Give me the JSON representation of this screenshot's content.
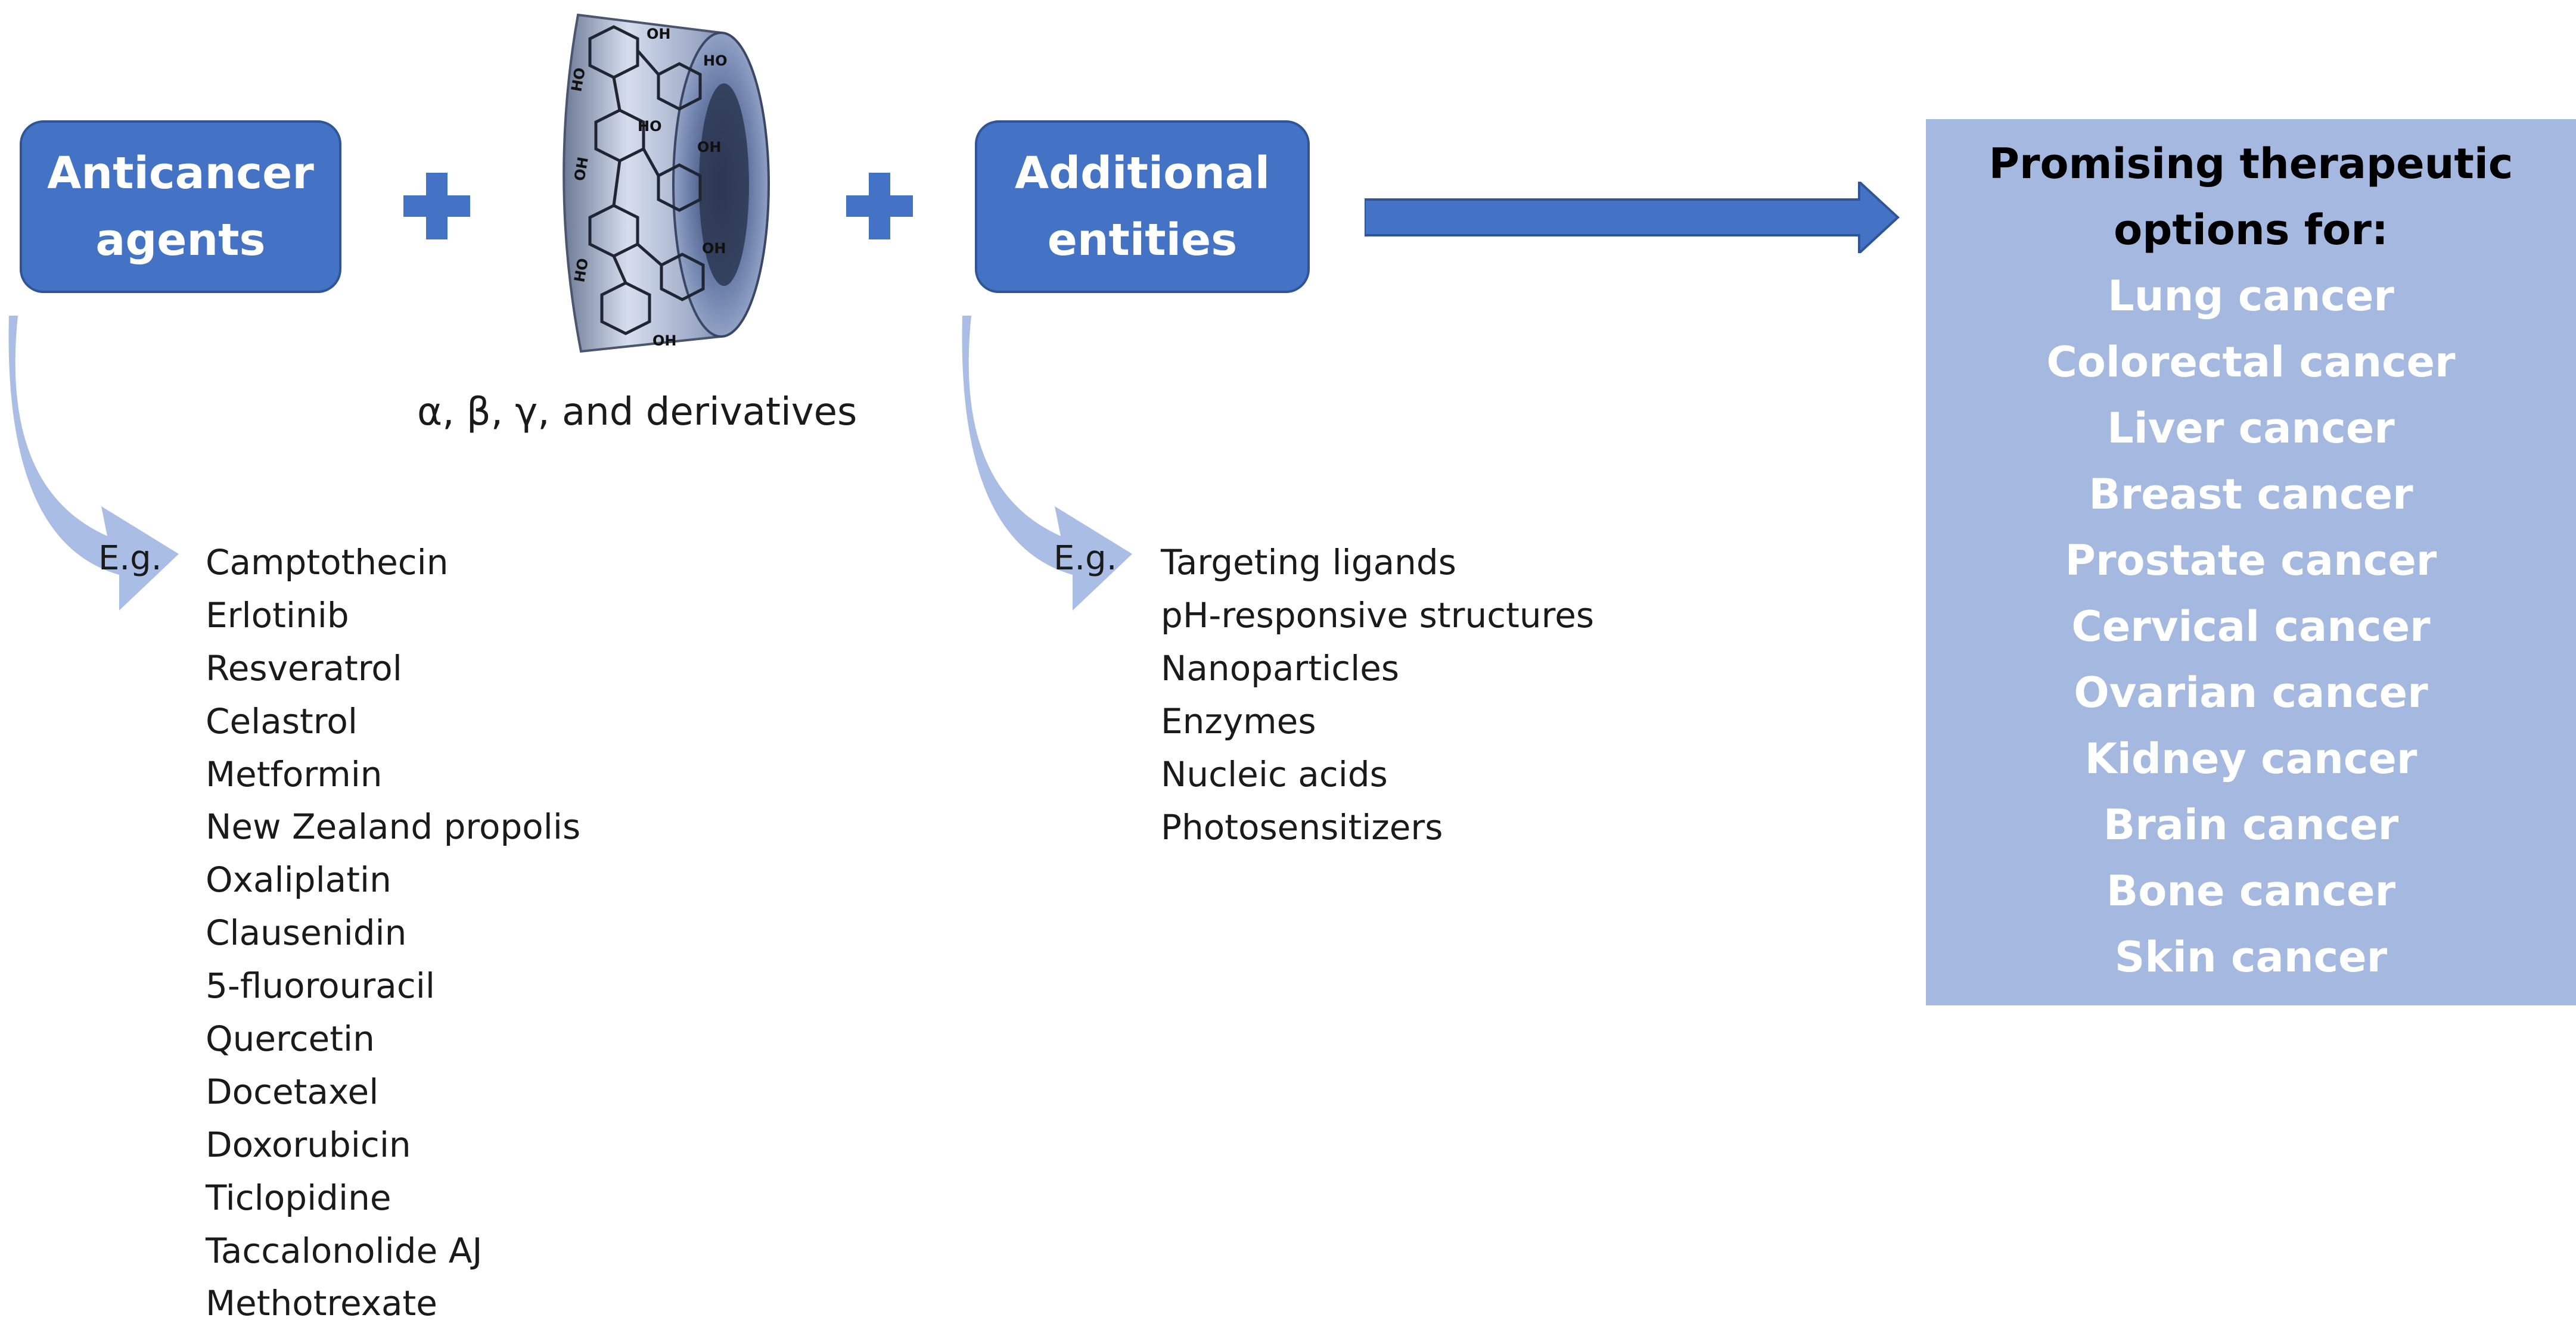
{
  "left_box": {
    "line1": "Anticancer",
    "line2": "agents"
  },
  "middle_box": {
    "line1": "Additional",
    "line2": "entities"
  },
  "plus_symbol": "+",
  "cyclodextrin_caption": "α, β, γ, and derivatives",
  "molecule_labels": [
    "HO",
    "OH",
    "OH",
    "HO",
    "OH",
    "HO",
    "OH",
    "OH",
    "HO"
  ],
  "anticancer_examples": {
    "prefix": "E.g.",
    "items": [
      "Camptothecin",
      "Erlotinib",
      "Resveratrol",
      "Celastrol",
      "Metformin",
      "New Zealand propolis",
      "Oxaliplatin",
      "Clausenidin",
      "5-fluorouracil",
      "Quercetin",
      "Docetaxel",
      "Doxorubicin",
      "Ticlopidine",
      "Taccalonolide AJ",
      "Methotrexate"
    ]
  },
  "entity_examples": {
    "prefix": "E.g.",
    "items": [
      "Targeting ligands",
      "pH-responsive structures",
      "Nanoparticles",
      "Enzymes",
      "Nucleic acids",
      "Photosensitizers"
    ]
  },
  "therapy": {
    "title_line1": "Promising therapeutic",
    "title_line2": "options for:",
    "cancers": [
      "Lung cancer",
      "Colorectal cancer",
      "Liver cancer",
      "Breast cancer",
      "Prostate cancer",
      "Cervical cancer",
      "Ovarian cancer",
      "Kidney cancer",
      "Brain cancer",
      "Bone cancer",
      "Skin cancer"
    ]
  },
  "colors": {
    "box_fill": "#4472c4",
    "box_border": "#2f5597",
    "therapy_fill": "#a5b9e0",
    "curve_arrow": "#a9bde5",
    "text_dark": "#1a1a1a"
  },
  "icons": {
    "plus": "plus-icon",
    "arrow": "right-arrow-icon",
    "cyclodextrin": "cyclodextrin-cone-icon",
    "curved_arrow": "curved-arrow-icon"
  }
}
